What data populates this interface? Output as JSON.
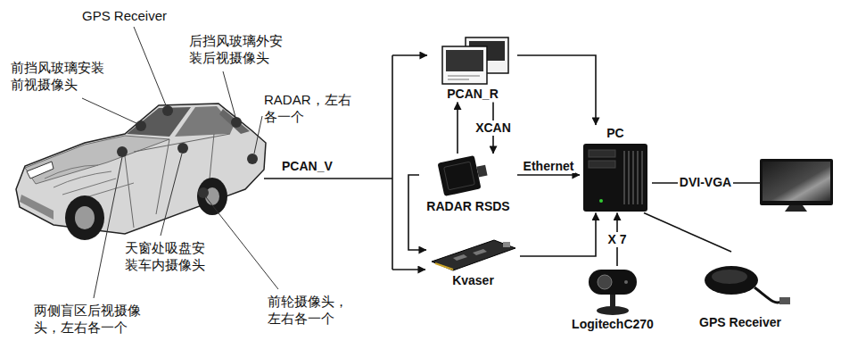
{
  "diagram": {
    "nodes": [
      {
        "text": [
          "PCAN_R"
        ]
      },
      {
        "text": [
          "RADAR RSDS"
        ]
      },
      {
        "text": [
          "Kvaser"
        ]
      },
      {
        "text": [
          "PC"
        ]
      },
      {
        "text": [
          "LogitechC270"
        ]
      },
      {
        "text": [
          "GPS Receiver"
        ]
      }
    ],
    "edges": [
      {
        "from": 0,
        "to": 3,
        "arrow": "to"
      },
      {
        "from": 1,
        "to": 0,
        "arrow": "to"
      },
      {
        "from": 0,
        "to": 1,
        "label": "XCAN",
        "arrow": "to"
      },
      {
        "from": 1,
        "to": 3,
        "label": "Ethernet",
        "arrow": "to"
      },
      {
        "from": 1,
        "to": 2,
        "arrow": "to"
      },
      {
        "from": 2,
        "to": 3,
        "arrow": "to"
      },
      {
        "from": 4,
        "to": 3,
        "label": "X 7",
        "arrow": "to"
      },
      {
        "from": 5,
        "to": 3,
        "arrow": "none"
      }
    ],
    "labels": [
      "GPS Receiver",
      "前挡风玻璃安装 前视摄像头",
      "后挡风玻璃外安 装后视摄像头",
      "RADAR，左右 各一个",
      "PCAN_V",
      "天窗处吸盘安 装车内摄像头",
      "两侧盲区后视摄像 头，左右各一个",
      "前轮摄像头， 左右各一个",
      "DVI-VGA"
    ]
  }
}
